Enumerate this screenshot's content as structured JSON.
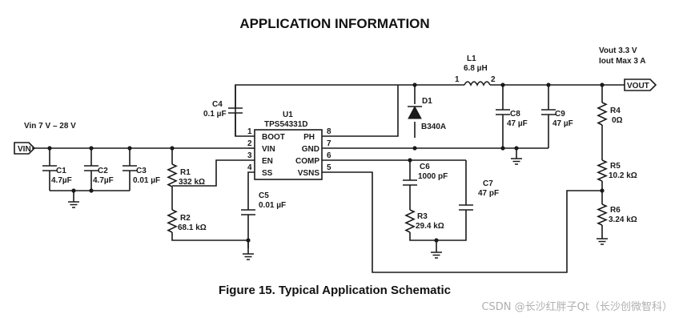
{
  "title": "APPLICATION INFORMATION",
  "caption": "Figure 15.  Typical Application Schematic",
  "watermark": "CSDN @长沙红胖子Qt（长沙创微智科）",
  "input": {
    "spec": "Vin  7 V – 28 V",
    "port": "VIN"
  },
  "output": {
    "spec_line1": "Vout 3.3 V",
    "spec_line2": "Iout Max 3 A",
    "port": "VOUT"
  },
  "ic": {
    "ref": "U1",
    "part": "TPS54331D",
    "pins": [
      {
        "num": "1",
        "name": "BOOT"
      },
      {
        "num": "2",
        "name": "VIN"
      },
      {
        "num": "3",
        "name": "EN"
      },
      {
        "num": "4",
        "name": "SS"
      },
      {
        "num": "8",
        "name": "PH"
      },
      {
        "num": "7",
        "name": "GND"
      },
      {
        "num": "6",
        "name": "COMP"
      },
      {
        "num": "5",
        "name": "VSNS"
      }
    ]
  },
  "components": {
    "L1": {
      "ref": "L1",
      "value": "6.8 µH",
      "pin1": "1",
      "pin2": "2"
    },
    "D1": {
      "ref": "D1",
      "value": "B340A"
    },
    "C1": {
      "ref": "C1",
      "value": "4.7µF"
    },
    "C2": {
      "ref": "C2",
      "value": "4.7µF"
    },
    "C3": {
      "ref": "C3",
      "value": "0.01 µF"
    },
    "C4": {
      "ref": "C4",
      "value": "0.1 µF"
    },
    "C5": {
      "ref": "C5",
      "value": "0.01 µF"
    },
    "C6": {
      "ref": "C6",
      "value": "1000 pF"
    },
    "C7": {
      "ref": "C7",
      "value": "47 pF"
    },
    "C8": {
      "ref": "C8",
      "value": "47 µF"
    },
    "C9": {
      "ref": "C9",
      "value": "47 µF"
    },
    "R1": {
      "ref": "R1",
      "value": "332 kΩ"
    },
    "R2": {
      "ref": "R2",
      "value": "68.1 kΩ"
    },
    "R3": {
      "ref": "R3",
      "value": "29.4 kΩ"
    },
    "R4": {
      "ref": "R4",
      "value": "0Ω"
    },
    "R5": {
      "ref": "R5",
      "value": "10.2 kΩ"
    },
    "R6": {
      "ref": "R6",
      "value": "3.24 kΩ"
    }
  }
}
